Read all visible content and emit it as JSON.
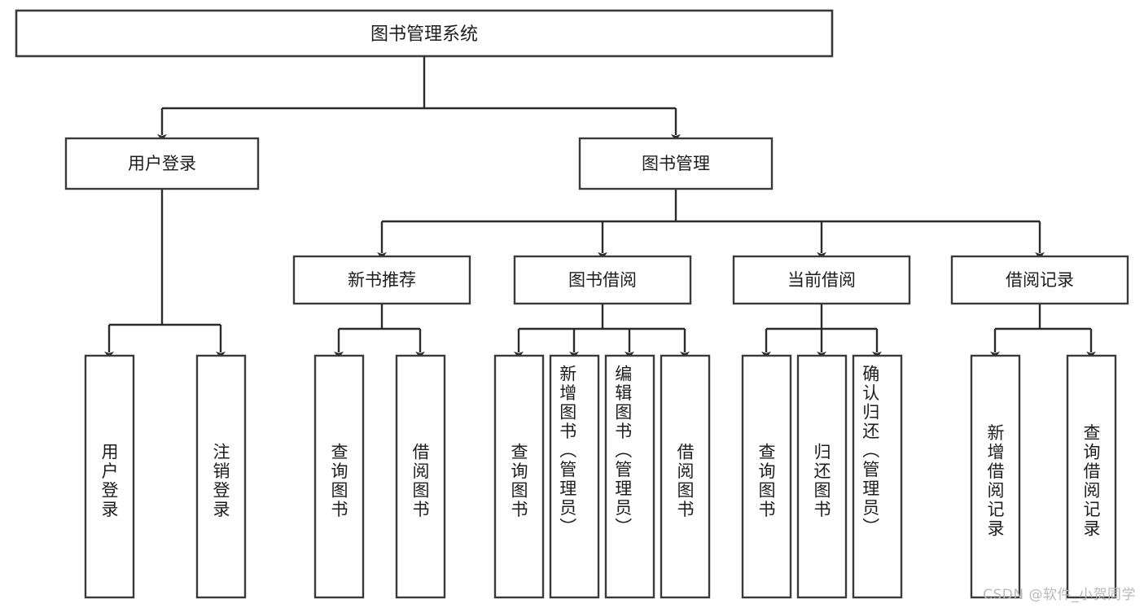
{
  "diagram": {
    "type": "tree-flowchart",
    "title": "图书管理系统",
    "root": {
      "id": "root",
      "label": "图书管理系统"
    },
    "level2": [
      {
        "id": "user-login",
        "label": "用户登录"
      },
      {
        "id": "book-management",
        "label": "图书管理"
      }
    ],
    "level3": [
      {
        "id": "new-book-recommend",
        "label": "新书推荐",
        "parent": "book-management"
      },
      {
        "id": "book-borrow",
        "label": "图书借阅",
        "parent": "book-management"
      },
      {
        "id": "current-borrow",
        "label": "当前借阅",
        "parent": "book-management"
      },
      {
        "id": "borrow-record",
        "label": "借阅记录",
        "parent": "book-management"
      }
    ],
    "leaves": [
      {
        "id": "leaf-user-login",
        "label": "用户登录",
        "parent": "user-login"
      },
      {
        "id": "leaf-logout-login",
        "label": "注销登录",
        "parent": "user-login"
      },
      {
        "id": "leaf-query-book-1",
        "label": "查询图书",
        "parent": "new-book-recommend"
      },
      {
        "id": "leaf-borrow-book-1",
        "label": "借阅图书",
        "parent": "new-book-recommend"
      },
      {
        "id": "leaf-query-book-2",
        "label": "查询图书",
        "parent": "book-borrow"
      },
      {
        "id": "leaf-add-book",
        "label": "新增图书（管理员）",
        "parent": "book-borrow"
      },
      {
        "id": "leaf-edit-book",
        "label": "编辑图书（管理员）",
        "parent": "book-borrow"
      },
      {
        "id": "leaf-borrow-book-2",
        "label": "借阅图书",
        "parent": "book-borrow"
      },
      {
        "id": "leaf-query-book-3",
        "label": "查询图书",
        "parent": "current-borrow"
      },
      {
        "id": "leaf-return-book",
        "label": "归还图书",
        "parent": "current-borrow"
      },
      {
        "id": "leaf-confirm-return",
        "label": "确认归还（管理员）",
        "parent": "current-borrow"
      },
      {
        "id": "leaf-add-record",
        "label": "新增借阅记录",
        "parent": "borrow-record"
      },
      {
        "id": "leaf-query-record",
        "label": "查询借阅记录",
        "parent": "borrow-record"
      }
    ],
    "colors": {
      "box_stroke": "#3a3a3a",
      "link_stroke": "#2b2b2b",
      "box_fill": "#ffffff",
      "text": "#1d1d1d",
      "watermark": "#b9b9b9",
      "background": "#ffffff"
    }
  },
  "watermark": {
    "text": "CSDN @软件_小贺同学"
  }
}
